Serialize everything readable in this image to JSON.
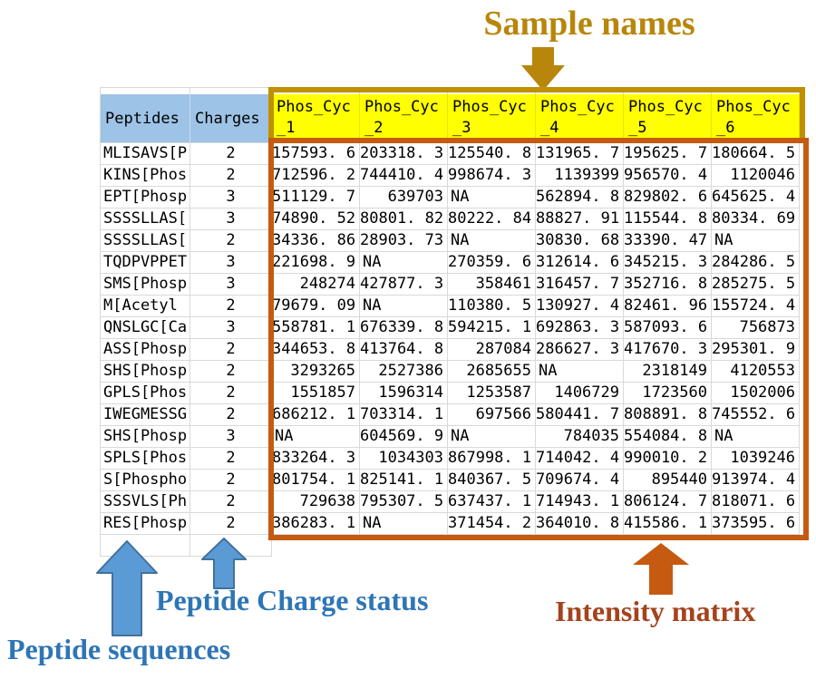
{
  "annotations": {
    "sample_names": "Sample names",
    "peptide_sequences": "Peptide sequences",
    "peptide_charge_status": "Peptide Charge status",
    "intensity_matrix": "Intensity matrix"
  },
  "colors": {
    "header_fill": "#9DC3E6",
    "sample_header_fill": "#FFFF00",
    "sample_box_border": "#BF9000",
    "matrix_box_border": "#C55A11",
    "annotation_gold": "#B8860B",
    "annotation_blue": "#2E75B6",
    "annotation_orange": "#A5431C",
    "arrow_blue_fill": "#5B9BD5",
    "arrow_blue_stroke": "#41719C",
    "na_text": "NA"
  },
  "table": {
    "columns": [
      "Peptides",
      "Charges"
    ],
    "sample_columns": [
      {
        "label": "Phos_Cyc_1",
        "line1": "Phos_Cyc",
        "line2": "_1"
      },
      {
        "label": "Phos_Cyc_2",
        "line1": "Phos_Cyc",
        "line2": "_2"
      },
      {
        "label": "Phos_Cyc_3",
        "line1": "Phos_Cyc",
        "line2": "_3"
      },
      {
        "label": "Phos_Cyc_4",
        "line1": "Phos_Cyc",
        "line2": "_4"
      },
      {
        "label": "Phos_Cyc_5",
        "line1": "Phos_Cyc",
        "line2": "_5"
      },
      {
        "label": "Phos_Cyc_6",
        "line1": "Phos_Cyc",
        "line2": "_6"
      }
    ],
    "rows": [
      {
        "peptide": "MLISAVS[P",
        "charge": "2",
        "intensities": [
          "157593.6",
          "203318.3",
          "125540.8",
          "131965.7",
          "195625.7",
          "180664.5"
        ]
      },
      {
        "peptide": "KINS[Phos",
        "charge": "2",
        "intensities": [
          "712596.2",
          "744410.4",
          "998674.3",
          "1139399",
          "956570.4",
          "1120046"
        ]
      },
      {
        "peptide": "EPT[Phosp",
        "charge": "3",
        "intensities": [
          "511129.7",
          "639703",
          "NA",
          "562894.8",
          "829802.6",
          "645625.4"
        ]
      },
      {
        "peptide": "SSSSLLAS[",
        "charge": "3",
        "intensities": [
          "74890.52",
          "80801.82",
          "80222.84",
          "88827.91",
          "115544.8",
          "80334.69"
        ]
      },
      {
        "peptide": "SSSSLLAS[",
        "charge": "2",
        "intensities": [
          "34336.86",
          "28903.73",
          "NA",
          "30830.68",
          "33390.47",
          "NA"
        ]
      },
      {
        "peptide": "TQDPVPPET",
        "charge": "3",
        "intensities": [
          "221698.9",
          "NA",
          "270359.6",
          "312614.6",
          "345215.3",
          "284286.5"
        ]
      },
      {
        "peptide": "SMS[Phosp",
        "charge": "3",
        "intensities": [
          "248274",
          "427877.3",
          "358461",
          "316457.7",
          "352716.8",
          "285275.5"
        ]
      },
      {
        "peptide": "M[Acetyl",
        "charge": "2",
        "intensities": [
          "79679.09",
          "NA",
          "110380.5",
          "130927.4",
          "82461.96",
          "155724.4"
        ]
      },
      {
        "peptide": "QNSLGC[Ca",
        "charge": "3",
        "intensities": [
          "558781.1",
          "676339.8",
          "594215.1",
          "692863.3",
          "587093.6",
          "756873"
        ]
      },
      {
        "peptide": "ASS[Phosp",
        "charge": "2",
        "intensities": [
          "344653.8",
          "413764.8",
          "287084",
          "286627.3",
          "417670.3",
          "295301.9"
        ]
      },
      {
        "peptide": "SHS[Phosp",
        "charge": "2",
        "intensities": [
          "3293265",
          "2527386",
          "2685655",
          "NA",
          "2318149",
          "4120553"
        ]
      },
      {
        "peptide": "GPLS[Phos",
        "charge": "2",
        "intensities": [
          "1551857",
          "1596314",
          "1253587",
          "1406729",
          "1723560",
          "1502006"
        ]
      },
      {
        "peptide": "IWEGMESSG",
        "charge": "2",
        "intensities": [
          "686212.1",
          "703314.1",
          "697566",
          "580441.7",
          "808891.8",
          "745552.6"
        ]
      },
      {
        "peptide": "SHS[Phosp",
        "charge": "3",
        "intensities": [
          "NA",
          "604569.9",
          "NA",
          "784035",
          "554084.8",
          "NA"
        ]
      },
      {
        "peptide": "SPLS[Phos",
        "charge": "2",
        "intensities": [
          "833264.3",
          "1034303",
          "867998.1",
          "714042.4",
          "990010.2",
          "1039246"
        ]
      },
      {
        "peptide": "S[Phospho",
        "charge": "2",
        "intensities": [
          "801754.1",
          "825141.1",
          "840367.5",
          "709674.4",
          "895440",
          "913974.4"
        ]
      },
      {
        "peptide": "SSSVLS[Ph",
        "charge": "2",
        "intensities": [
          "729638",
          "795307.5",
          "637437.1",
          "714943.1",
          "806124.7",
          "818071.6"
        ]
      },
      {
        "peptide": "RES[Phosp",
        "charge": "2",
        "intensities": [
          "386283.1",
          "NA",
          "371454.2",
          "364010.8",
          "415586.1",
          "373595.6"
        ]
      }
    ]
  }
}
